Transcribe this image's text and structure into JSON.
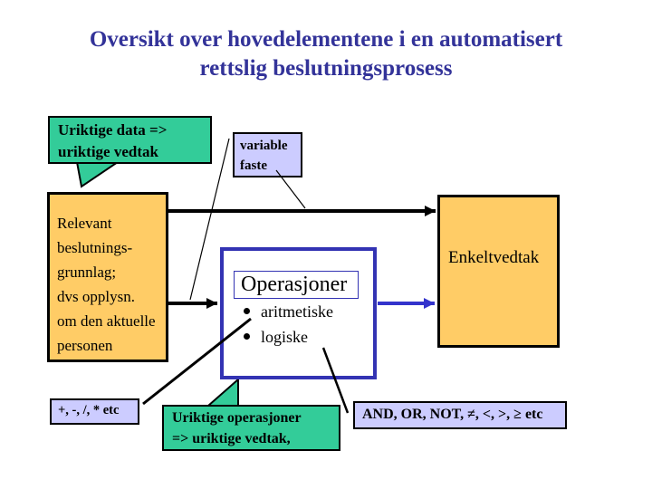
{
  "title": {
    "line1": "Oversikt over hovedelementene i en automatisert",
    "line2": "rettslig beslutningsprosess"
  },
  "callouts": {
    "wrong_data": {
      "line1": "Uriktige data =>",
      "line2": "uriktige vedtak"
    },
    "wrong_operations": {
      "line1": "Uriktige operasjoner",
      "line2": "=> uriktige vedtak,"
    }
  },
  "labels": {
    "variable": "variable",
    "faste": "faste",
    "arithmetic_operators": "+, -, /, * etc",
    "logical_operators": "AND, OR, NOT, ≠, <, >, ≥ etc"
  },
  "boxes": {
    "grounds": {
      "lines": [
        "Relevant",
        "beslutnings-",
        "grunnlag;",
        "dvs opplysn.",
        "om den aktuelle",
        "personen"
      ]
    },
    "operations": {
      "title": "Operasjoner",
      "bullets": [
        "aritmetiske",
        "logiske"
      ]
    },
    "decision": {
      "label": "Enkeltvedtak"
    }
  },
  "colors": {
    "orange": "#FFCC66",
    "teal": "#33CC99",
    "lavender": "#CCCCFF",
    "blue_border": "#3333B3",
    "blue_arrow": "#3333CC",
    "title_blue": "#333399"
  }
}
